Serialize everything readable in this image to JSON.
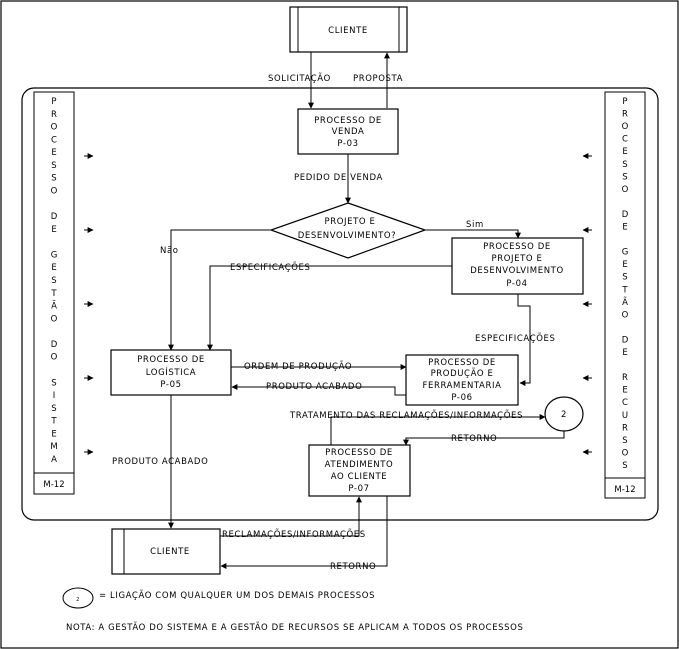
{
  "cliente_top": "CLIENTE",
  "cliente_bottom": "CLIENTE",
  "solicitacao": "SOLICITAÇÃO",
  "proposta": "PROPOSTA",
  "proc_venda": [
    "PROCESSO DE",
    "VENDA",
    "P-03"
  ],
  "pedido_venda": "PEDIDO DE VENDA",
  "decision": [
    "PROJETO E",
    "DESENVOLVIMENTO?"
  ],
  "sim": "Sim",
  "nao": "Não",
  "proc_projeto": [
    "PROCESSO DE",
    "PROJETO E",
    "DESENVOLVIMENTO",
    "P-04"
  ],
  "especificacoes_1": "ESPECIFICAÇÕES",
  "especificacoes_2": "ESPECIFICAÇÕES",
  "proc_logistica": [
    "PROCESSO DE",
    "LOGÍSTICA",
    "P-05"
  ],
  "ordem_producao": "ORDEM DE PRODUÇÃO",
  "produto_acabado_1": "PRODUTO ACABADO",
  "proc_producao": [
    "PROCESSO DE",
    "PRODUÇÃO E",
    "FERRAMENTARIA",
    "P-06"
  ],
  "tratamento": "TRATAMENTO DAS RECLAMAÇÕES/INFORMAÇÕES",
  "connector_label": "2",
  "retorno_1": "RETORNO",
  "proc_atendimento": [
    "PROCESSO DE",
    "ATENDIMENTO",
    "AO CLIENTE",
    "P-07"
  ],
  "produto_acabado_2": "PRODUTO ACABADO",
  "reclamacoes": "RECLAMAÇÕES/INFORMAÇÕES",
  "retorno_2": "RETORNO",
  "left_side_chars": [
    "P",
    "R",
    "O",
    "C",
    "E",
    "S",
    "S",
    "O",
    "",
    "D",
    "E",
    "",
    "G",
    "E",
    "S",
    "T",
    "Ã",
    "O",
    "",
    "D",
    "O",
    "",
    "S",
    "I",
    "S",
    "T",
    "E",
    "M",
    "A"
  ],
  "left_side_code": "M-12",
  "right_side_chars": [
    "P",
    "R",
    "O",
    "C",
    "E",
    "S",
    "S",
    "O",
    "",
    "D",
    "E",
    "",
    "G",
    "E",
    "S",
    "T",
    "Ã",
    "O",
    "",
    "D",
    "E",
    "",
    "R",
    "E",
    "C",
    "U",
    "R",
    "S",
    "O",
    "S"
  ],
  "right_side_code": "M-12",
  "legend_text": "= LIGAÇÃO COM QUALQUER UM DOS DEMAIS PROCESSOS",
  "note": "NOTA: A GESTÃO DO SISTEMA E A GESTÃO DE RECURSOS SE APLICAM A TODOS OS PROCESSOS"
}
